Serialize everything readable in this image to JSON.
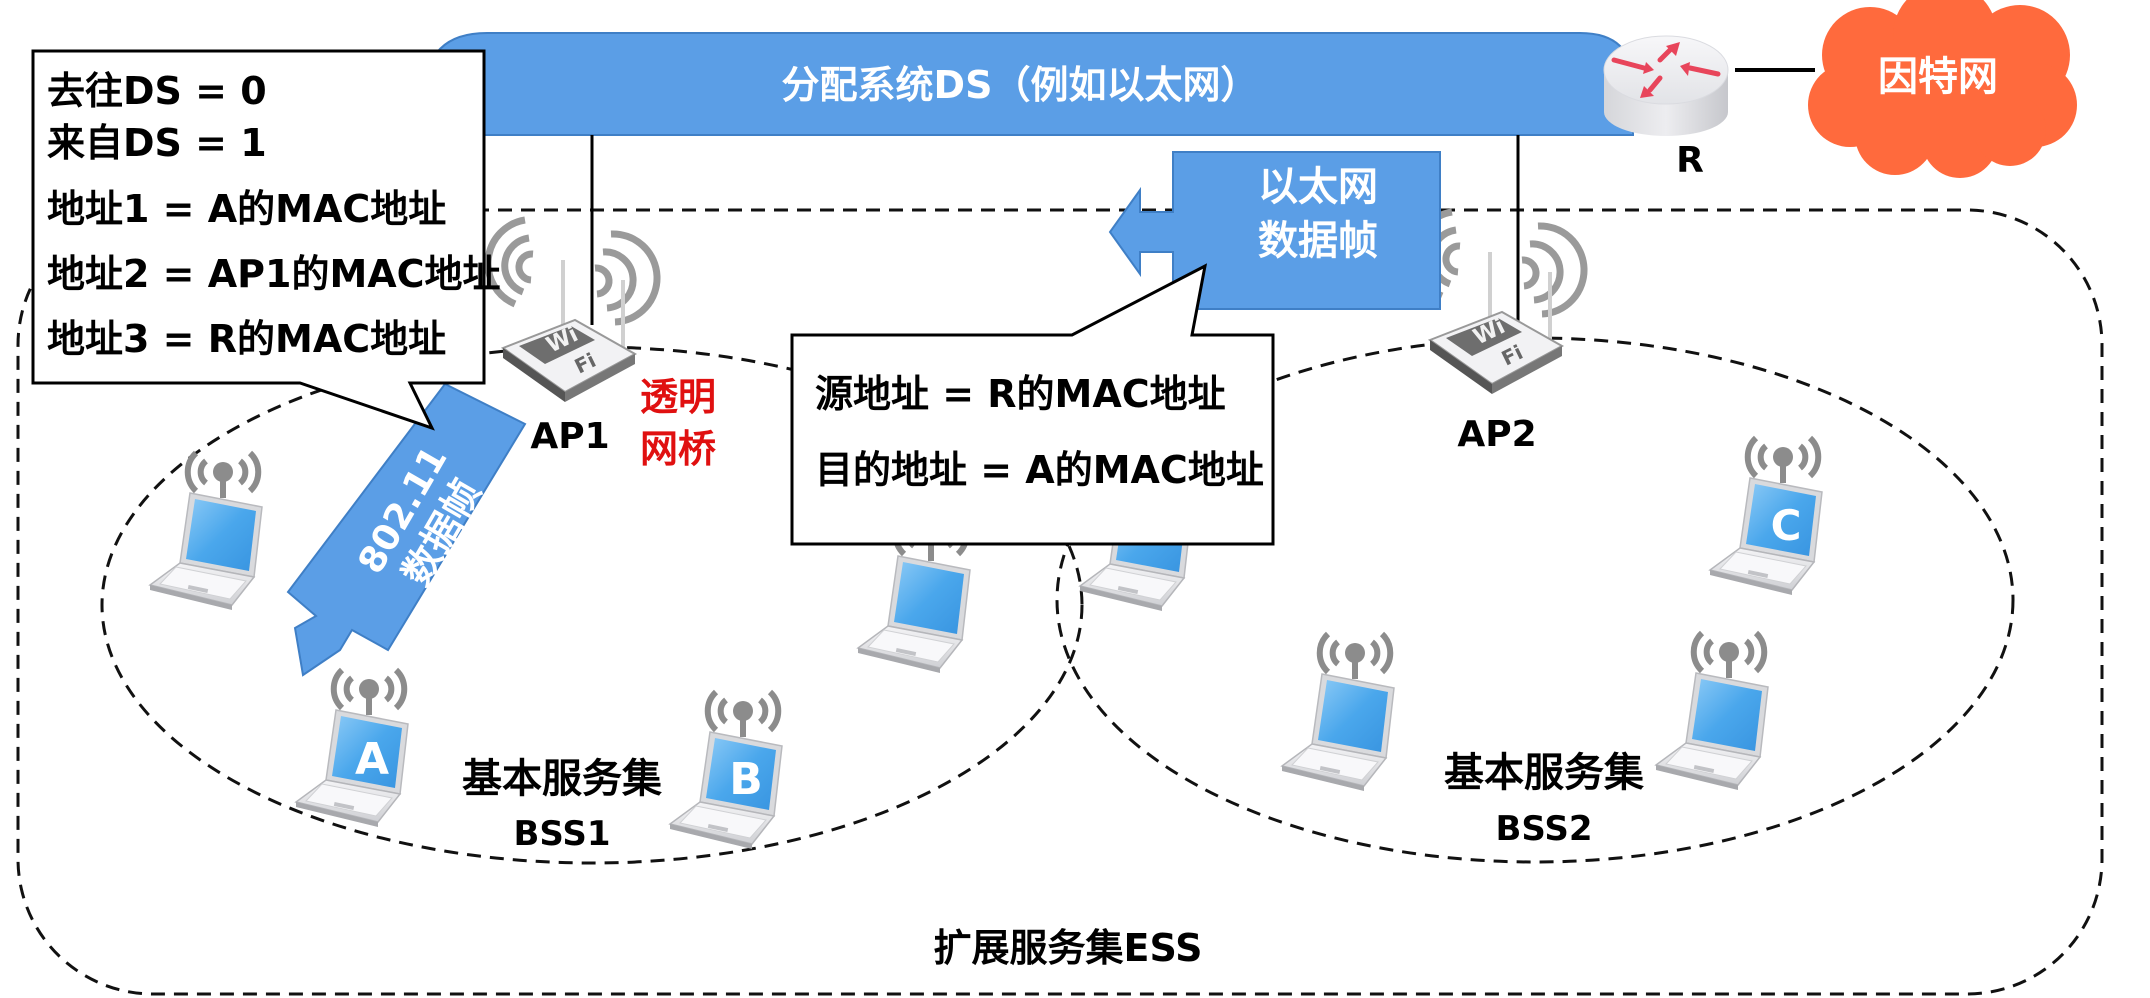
{
  "diagram": {
    "title": "802.11 frame address fields when DS forwards a frame from router R to station A",
    "distribution_system": {
      "label": "分配系统DS（例如以太网）",
      "color": "#5b9ee6"
    },
    "router": {
      "label": "R"
    },
    "internet": {
      "label": "因特网",
      "color": "#ff6a3d"
    },
    "ethernet_frame": {
      "line1": "以太网",
      "line2": "数据帧",
      "direction": "left"
    },
    "ethernet_callout": {
      "lines": [
        "源地址 = R的MAC地址",
        "目的地址 = A的MAC地址"
      ]
    },
    "wifi_frame_callout": {
      "lines": [
        "去往DS = 0",
        "来自DS = 1",
        "地址1 = A的MAC地址",
        "地址2 = AP1的MAC地址",
        "地址3 = R的MAC地址"
      ]
    },
    "wifi_frame_arrow": {
      "line1": "802.11",
      "line2": "数据帧"
    },
    "access_points": [
      {
        "label": "AP1",
        "note_line1": "透明",
        "note_line2": "网桥",
        "note_color": "#e01010"
      },
      {
        "label": "AP2"
      }
    ],
    "bss": [
      {
        "label": "基本服务集",
        "sublabel": "BSS1"
      },
      {
        "label": "基本服务集",
        "sublabel": "BSS2"
      }
    ],
    "ess": {
      "label": "扩展服务集ESS"
    },
    "stations": [
      {
        "bss": "BSS1",
        "screen_label": ""
      },
      {
        "bss": "BSS1",
        "screen_label": ""
      },
      {
        "bss": "BSS1",
        "screen_label": "A"
      },
      {
        "bss": "BSS1",
        "screen_label": "B"
      },
      {
        "bss": "BSS2",
        "screen_label": ""
      },
      {
        "bss": "BSS2",
        "screen_label": "C"
      },
      {
        "bss": "BSS2",
        "screen_label": ""
      },
      {
        "bss": "BSS2",
        "screen_label": ""
      }
    ]
  }
}
